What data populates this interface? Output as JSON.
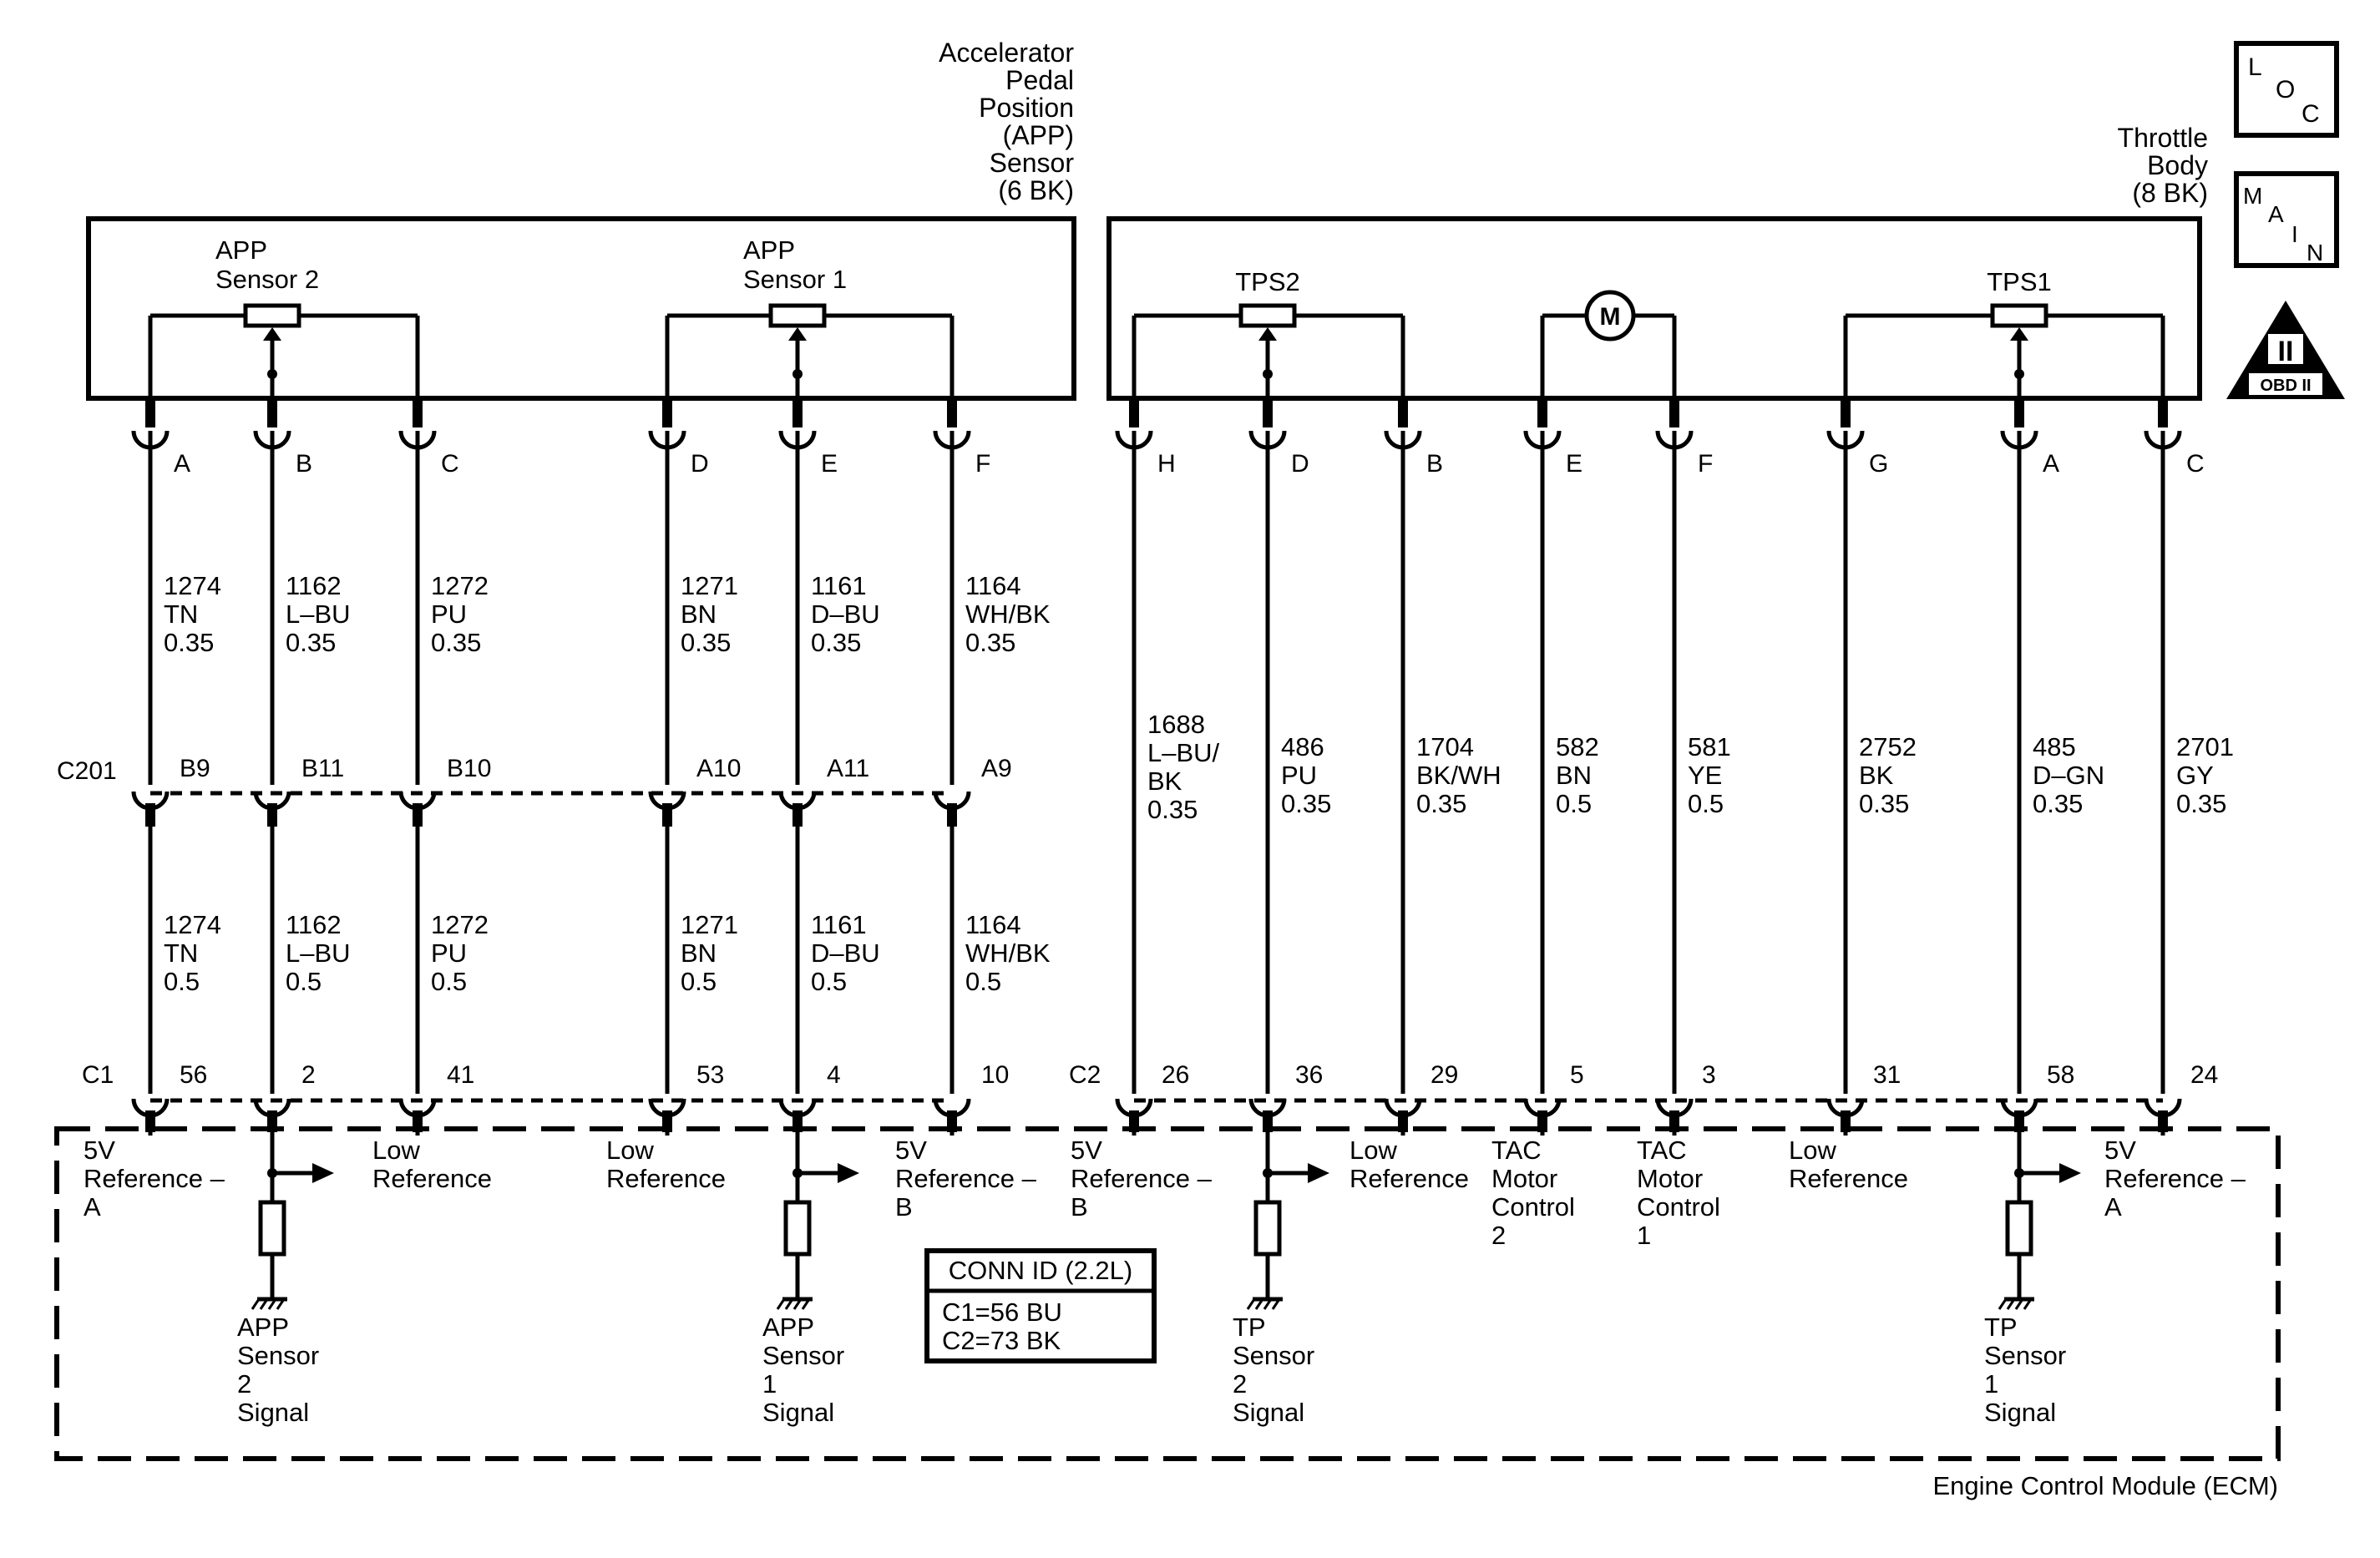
{
  "app_sensor": {
    "title_lines": [
      "Accelerator",
      "Pedal",
      "Position",
      "(APP)",
      "Sensor",
      "(6 BK)"
    ],
    "sensor2_lines": [
      "APP",
      "Sensor 2"
    ],
    "sensor1_lines": [
      "APP",
      "Sensor 1"
    ]
  },
  "throttle_body": {
    "title_lines": [
      "Throttle",
      "Body",
      "(8 BK)"
    ],
    "tps2_label": "TPS2",
    "tps1_label": "TPS1",
    "motor_label": "M"
  },
  "badges": {
    "loc": [
      "L",
      "O",
      "C"
    ],
    "main": [
      "M",
      "A",
      "I",
      "N"
    ],
    "obd_numeral": "II",
    "obd_label": "OBD II"
  },
  "connectors": {
    "c201": "C201",
    "c1": "C1",
    "c2": "C2"
  },
  "circuits": [
    {
      "pin": "A",
      "upper": [
        "1274",
        "TN",
        "0.35"
      ],
      "c201_pin": "B9",
      "lower": [
        "1274",
        "TN",
        "0.5"
      ],
      "ecm_pin": "56",
      "ecm_label": [
        "5V",
        "Reference –",
        "A"
      ]
    },
    {
      "pin": "B",
      "upper": [
        "1162",
        "L–BU",
        "0.35"
      ],
      "c201_pin": "B11",
      "lower": [
        "1162",
        "L–BU",
        "0.5"
      ],
      "ecm_pin": "2",
      "ecm_label": [],
      "signal_label": [
        "APP",
        "Sensor",
        "2",
        "Signal"
      ]
    },
    {
      "pin": "C",
      "upper": [
        "1272",
        "PU",
        "0.35"
      ],
      "c201_pin": "B10",
      "lower": [
        "1272",
        "PU",
        "0.5"
      ],
      "ecm_pin": "41",
      "ecm_label": [
        "Low",
        "Reference"
      ]
    },
    {
      "pin": "D",
      "upper": [
        "1271",
        "BN",
        "0.35"
      ],
      "c201_pin": "A10",
      "lower": [
        "1271",
        "BN",
        "0.5"
      ],
      "ecm_pin": "53",
      "ecm_label": [
        "Low",
        "Reference"
      ]
    },
    {
      "pin": "E",
      "upper": [
        "1161",
        "D–BU",
        "0.35"
      ],
      "c201_pin": "A11",
      "lower": [
        "1161",
        "D–BU",
        "0.5"
      ],
      "ecm_pin": "4",
      "ecm_label": [],
      "signal_label": [
        "APP",
        "Sensor",
        "1",
        "Signal"
      ]
    },
    {
      "pin": "F",
      "upper": [
        "1164",
        "WH/BK",
        "0.35"
      ],
      "c201_pin": "A9",
      "lower": [
        "1164",
        "WH/BK",
        "0.5"
      ],
      "ecm_pin": "10",
      "ecm_label": [
        "5V",
        "Reference –",
        "B"
      ]
    },
    {
      "pin": "H",
      "upper": [
        "1688",
        "L–BU/",
        "BK",
        "0.35"
      ],
      "ecm_pin": "26",
      "ecm_label": [
        "5V",
        "Reference –",
        "B"
      ]
    },
    {
      "pin": "D",
      "upper": [
        "486",
        "PU",
        "0.35"
      ],
      "ecm_pin": "36",
      "ecm_label": [],
      "signal_label": [
        "TP",
        "Sensor",
        "2",
        "Signal"
      ]
    },
    {
      "pin": "B",
      "upper": [
        "1704",
        "BK/WH",
        "0.35"
      ],
      "ecm_pin": "29",
      "ecm_label": [
        "Low",
        "Reference"
      ]
    },
    {
      "pin": "E",
      "upper": [
        "582",
        "BN",
        "0.5"
      ],
      "ecm_pin": "5",
      "ecm_label": [
        "TAC",
        "Motor",
        "Control",
        "2"
      ]
    },
    {
      "pin": "F",
      "upper": [
        "581",
        "YE",
        "0.5"
      ],
      "ecm_pin": "3",
      "ecm_label": [
        "TAC",
        "Motor",
        "Control",
        "1"
      ]
    },
    {
      "pin": "G",
      "upper": [
        "2752",
        "BK",
        "0.35"
      ],
      "ecm_pin": "31",
      "ecm_label": [
        "Low",
        "Reference"
      ]
    },
    {
      "pin": "A",
      "upper": [
        "485",
        "D–GN",
        "0.35"
      ],
      "ecm_pin": "58",
      "ecm_label": [],
      "signal_label": [
        "TP",
        "Sensor",
        "1",
        "Signal"
      ]
    },
    {
      "pin": "C",
      "upper": [
        "2701",
        "GY",
        "0.35"
      ],
      "ecm_pin": "24",
      "ecm_label": [
        "5V",
        "Reference –",
        "A"
      ]
    }
  ],
  "conn_id": {
    "title": "CONN ID (2.2L)",
    "lines": [
      "C1=56 BU",
      "C2=73 BK"
    ]
  },
  "ecm": {
    "label": "Engine Control Module (ECM)"
  }
}
